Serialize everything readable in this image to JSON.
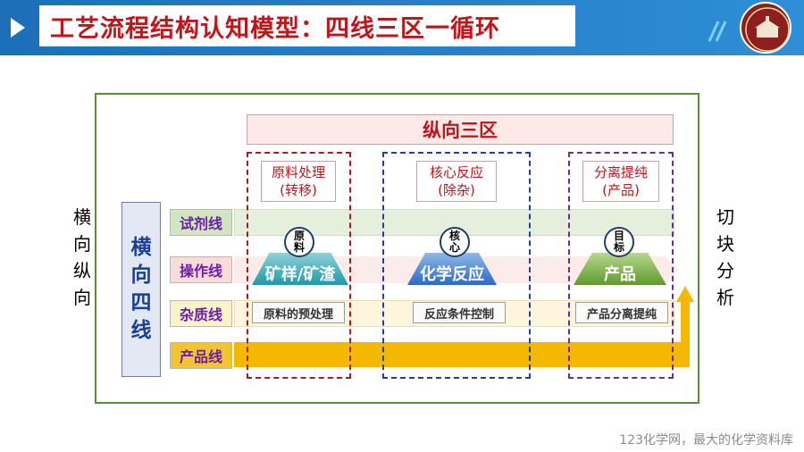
{
  "header": {
    "title": "工艺流程结构认知模型：四线三区一循环"
  },
  "side": {
    "left": [
      "横",
      "向",
      "纵",
      "向"
    ],
    "right": [
      "切",
      "块",
      "分",
      "析"
    ]
  },
  "zones_title": "纵向三区",
  "zones": [
    {
      "line1": "原料处理",
      "line2": "(转移)"
    },
    {
      "line1": "核心反应",
      "line2": "(除杂)"
    },
    {
      "line1": "分离提纯",
      "line2": "(产品)"
    }
  ],
  "vertical_label": [
    "横",
    "向",
    "四",
    "线"
  ],
  "lines": [
    "试剂线",
    "操作线",
    "杂质线",
    "产品线"
  ],
  "circles": [
    {
      "top": "原",
      "bottom": "料"
    },
    {
      "top": "核",
      "bottom": "心"
    },
    {
      "top": "目",
      "bottom": "标"
    }
  ],
  "trapezoids": [
    "矿样/矿渣",
    "化学反应",
    "产品"
  ],
  "processes": [
    "原料的预处理",
    "反应条件控制",
    "产品分离提纯"
  ],
  "footer": "123化学网，最大的化学资料库",
  "colors": {
    "header": "#1c6fb8",
    "title": "#c0151a",
    "frame": "#5b8c3a",
    "product_line": "#f5b800"
  }
}
